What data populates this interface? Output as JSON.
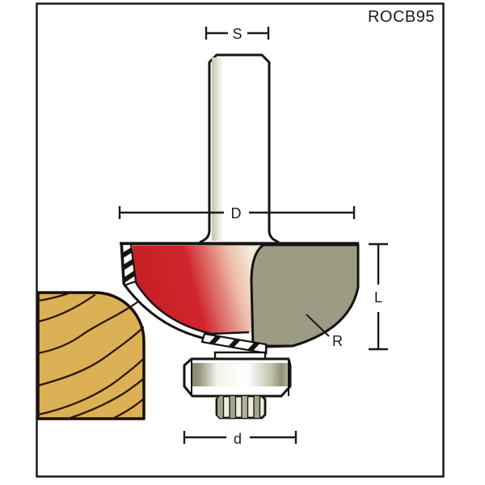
{
  "product_code": "ROCB95",
  "diagram_type": "router-bit-dimension-diagram",
  "dimension_labels": {
    "shank_diameter": "S",
    "cutting_diameter": "D",
    "cutting_length": "L",
    "profile_radius": "R",
    "bearing_diameter": "d"
  },
  "colors": {
    "line": "#1a1a1a",
    "outline": "#161310",
    "cutter_red": "#c81f26",
    "cutter_red_mid": "#d0252e",
    "cutter_red_fade": "#f3e9da",
    "body_gray": "#9c9c85",
    "wood": "#dcb055",
    "wood_grain": "#2d1708",
    "metal_olive": "#8e8e76",
    "knurl_olive": "#a3a38b",
    "shank_shade": "#d2d2bd",
    "background": "#ffffff"
  }
}
